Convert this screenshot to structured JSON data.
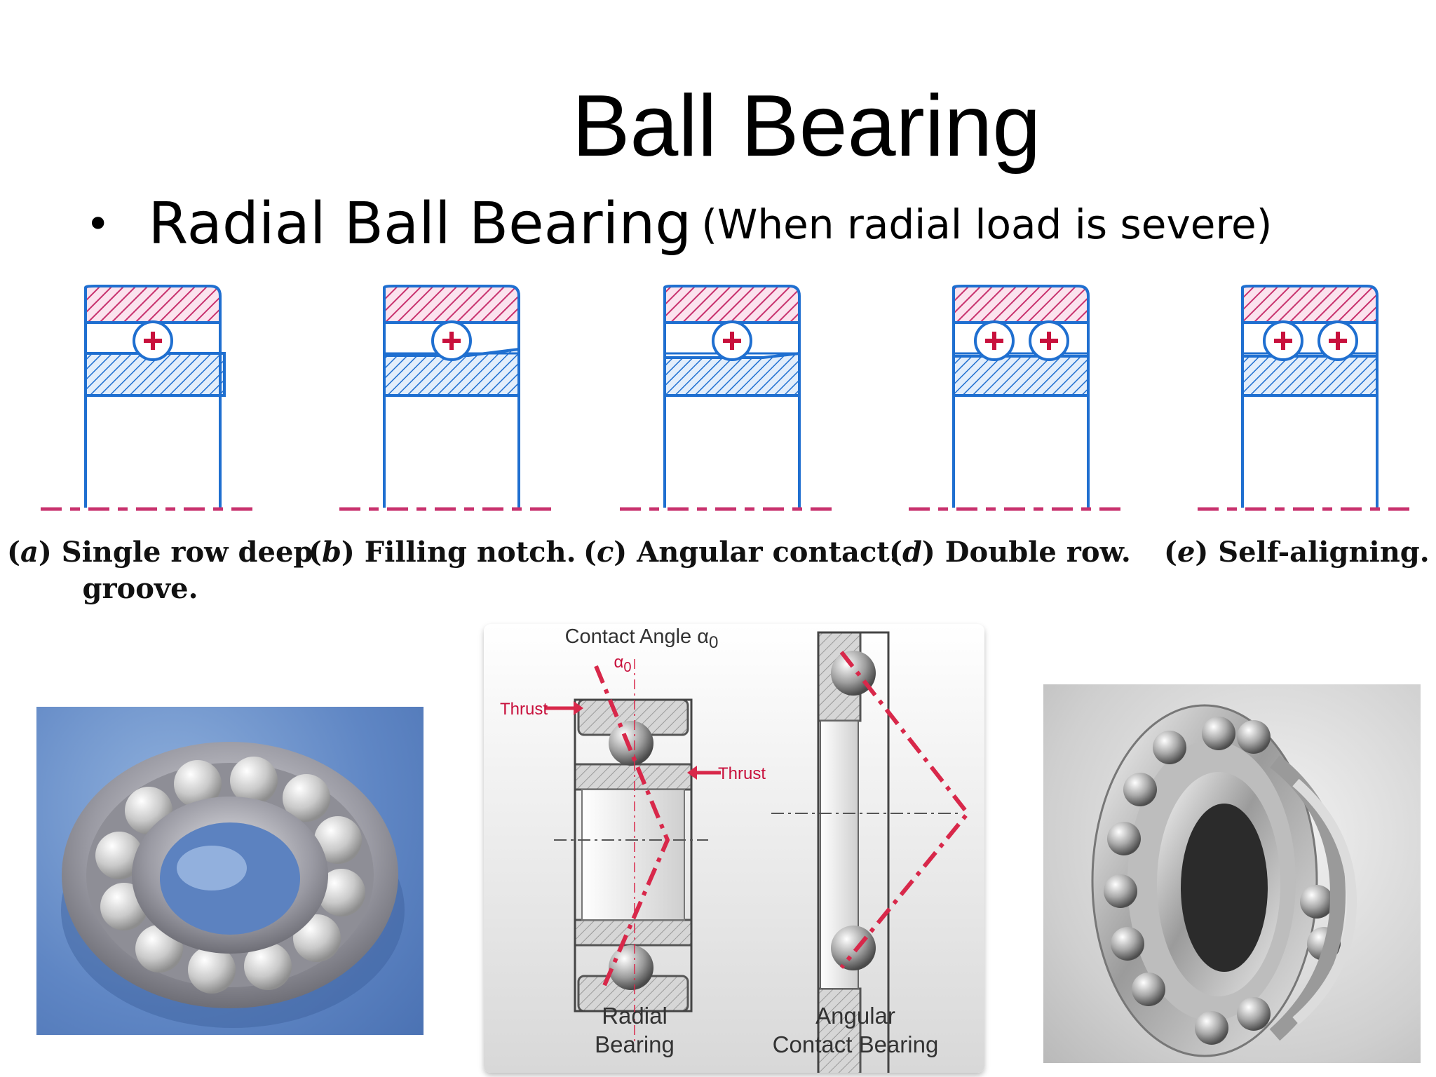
{
  "title": "Ball Bearing",
  "bullet": {
    "main": "Radial Ball Bearing",
    "note": "(When radial load is severe)"
  },
  "types": [
    {
      "letter": "a",
      "label": "Single row deep",
      "label2": "groove."
    },
    {
      "letter": "b",
      "label": "Filling notch.",
      "label2": ""
    },
    {
      "letter": "c",
      "label": "Angular contact.",
      "label2": ""
    },
    {
      "letter": "d",
      "label": "Double row.",
      "label2": ""
    },
    {
      "letter": "e",
      "label": "Self-aligning.",
      "label2": ""
    }
  ],
  "contact_diagram": {
    "title": "Contact Angle α",
    "title_sub": "0",
    "alpha_label": "α",
    "alpha_sub": "0",
    "thrust_left": "Thrust",
    "thrust_right": "Thrust",
    "radial_line1": "Radial",
    "radial_line2": "Bearing",
    "angular_line1": "Angular",
    "angular_line2": "Contact Bearing"
  },
  "colors": {
    "outline": "#1f6fd0",
    "hatch_outer": "#c8326e",
    "hatch_inner": "#1f6fd0",
    "ball_cross": "#c8103c",
    "centerline": "#c8326e",
    "contact_line": "#d8284a"
  }
}
